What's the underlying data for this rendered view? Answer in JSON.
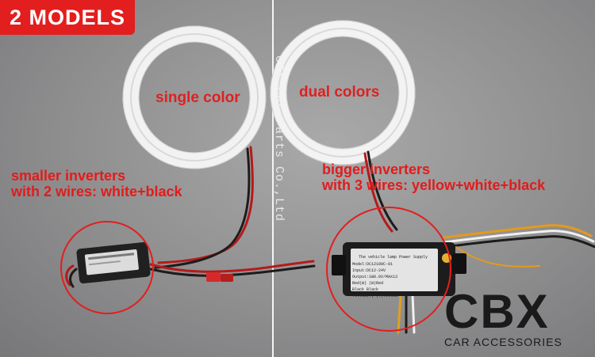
{
  "badge": {
    "text": "2 MODELS"
  },
  "rings": {
    "left_label": "single color",
    "right_label": "dual colors"
  },
  "captions": {
    "small": [
      "smaller inverters",
      "with 2 wires: white+black"
    ],
    "big": [
      "bigger inverters",
      "with 3 wires: yellow+white+black"
    ]
  },
  "watermark": {
    "text": "CBX Car Parts Co.,Ltd"
  },
  "inverter_label": {
    "title": "The vehicle lamp Power Supply",
    "lines": [
      "Model:DC12100C-01",
      "Input:DC12-24V",
      "Output:1W0.8V/MAX13",
      "Red(W)    (W)Red",
      "Black          Black",
      "Yellow(Y)  (Y)Yellow"
    ]
  },
  "logo": {
    "mark": "CBX",
    "subtitle": "CAR ACCESSORIES"
  },
  "colors": {
    "accent": "#e31e1e",
    "label_red": "#e02020",
    "background": "#8f8f90"
  }
}
